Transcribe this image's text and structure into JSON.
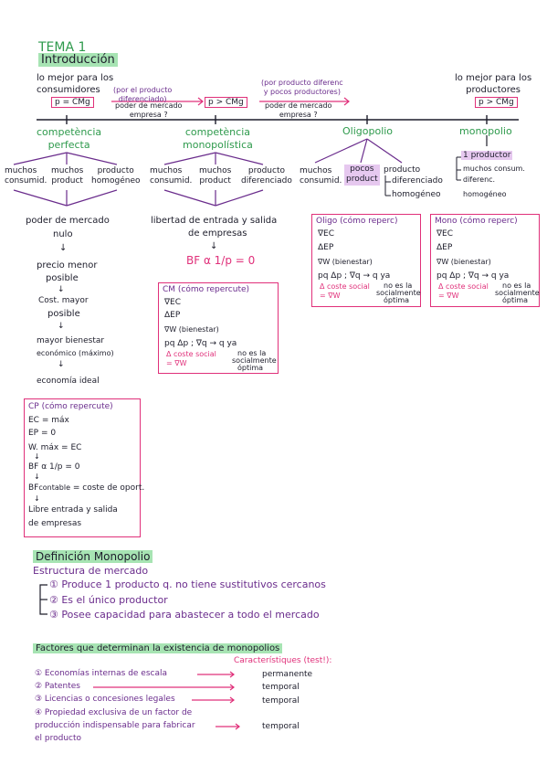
{
  "title": {
    "tema": "TEMA 1",
    "intro": "Introducción"
  },
  "top": {
    "left_best": [
      "lo mejor para los",
      "consumidores"
    ],
    "left_formula": "p = CMg",
    "note_left": [
      "(por el producto",
      "diferenciado)"
    ],
    "note_left_box": "poder de mercado",
    "note_left_box2": "empresa ?",
    "mid_formula": "p > CMg",
    "note_mid": [
      "(por producto diferenc",
      "y pocos productores)"
    ],
    "note_mid_box": "poder de mercado",
    "note_mid_box2": "empresa ?",
    "right_best": [
      "lo mejor para los",
      "productores"
    ],
    "right_formula": "p > CMg"
  },
  "markets": {
    "cp": [
      "competència",
      "perfecta"
    ],
    "cm": [
      "competència",
      "monopolística"
    ],
    "oligo": "Oligopolio",
    "mono": "monopolio"
  },
  "cp_branch": {
    "a": [
      "muchos",
      "consumid."
    ],
    "b": [
      "muchos",
      "product"
    ],
    "c": [
      "producto",
      "homogéneo"
    ]
  },
  "cm_branch": {
    "a": [
      "muchos",
      "consumid."
    ],
    "b": [
      "muchos",
      "product"
    ],
    "c": [
      "producto",
      "diferenciado"
    ]
  },
  "oligo_branch": {
    "a": [
      "muchos",
      "consumid."
    ],
    "b": [
      "pocos",
      "product"
    ],
    "c": "producto",
    "c1": "diferenciado",
    "c2": "homogéneo"
  },
  "mono_branch": {
    "a": "1 productor",
    "b": "muchos consum.",
    "c": "diferenc.",
    "d": "homogéneo"
  },
  "cp_chain": [
    "poder de mercado",
    "nulo",
    "precio menor",
    "posible",
    "Cost. mayor",
    "posible",
    "mayor bienestar",
    "económico (máximo)",
    "economía ideal"
  ],
  "cm_chain": [
    "libertad de entrada y salida",
    "de empresas",
    "BF α 1/p = 0"
  ],
  "cm_box": {
    "title": "CM (cómo repercute)",
    "l1": "∇EC",
    "l2": "ΔEP",
    "l3": "∇W (bienestar)",
    "l4": "pq  Δp ; ∇q → q ya",
    "l5": "no es la",
    "l6": "socialmente",
    "l7": "óptima",
    "s1": "Δ coste social",
    "s2": "= ∇W"
  },
  "oligo_box": {
    "title": "Oligo (cómo reperc)",
    "l1": "∇EC",
    "l2": "ΔEP",
    "l3": "∇W (bienestar)",
    "l4": "pq  Δp ; ∇q → q ya",
    "l5": "no es la",
    "l6": "socialmente",
    "l7": "óptima",
    "s1": "Δ coste social",
    "s2": "= ∇W"
  },
  "mono_box": {
    "title": "Mono (cómo reperc)",
    "l1": "∇EC",
    "l2": "ΔEP",
    "l3": "∇W (bienestar)",
    "l4": "pq  Δp ; ∇q → q ya",
    "l5": "no es la",
    "l6": "socialmente",
    "l7": "óptima",
    "s1": "Δ coste social",
    "s2": "= ∇W"
  },
  "cp_box": {
    "title": "CP (cómo repercute)",
    "l1": "EC = máx",
    "l2": "EP = 0",
    "l3": "W. máx = EC",
    "l4": "BF α 1/p = 0",
    "l5": "BF",
    "l5s": "contable",
    "l5b": " = coste de oport.",
    "l6": "Libre entrada y salida",
    "l7": "de empresas"
  },
  "def": {
    "title": "Definición Monopolio",
    "sub": "Estructura de mercado",
    "items": [
      "① Produce 1 producto q. no tiene sustitutivos cercanos",
      "② Es el único productor",
      "③ Posee capacidad para abastecer a todo el mercado"
    ]
  },
  "factors": {
    "title": "Factores que determinan la existencia de monopolios",
    "char_title": "Característiques (test!):",
    "items": [
      "① Economías internas de escala",
      "② Patentes",
      "③ Licencias o concesiones legales",
      "④ Propiedad exclusiva de un factor de",
      "producción indispensable para fabricar",
      "el producto"
    ],
    "chars": [
      "permanente",
      "temporal",
      "temporal",
      "temporal"
    ]
  }
}
